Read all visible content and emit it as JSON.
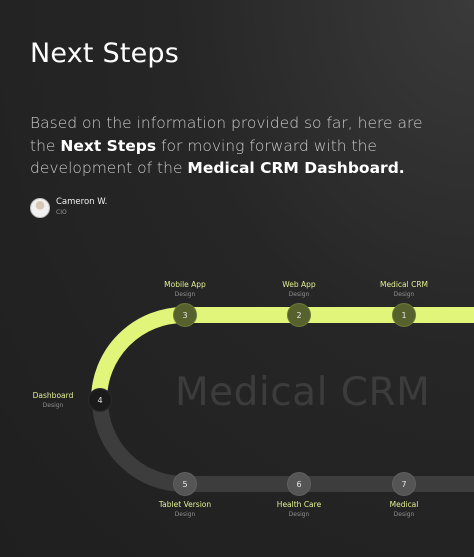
{
  "title": "Next Steps",
  "intro": {
    "part1": "Based on the information provided so far, here are the ",
    "bold1": "Next Steps",
    "part2": " for moving forward with the development of the ",
    "bold2": "Medical CRM Dashboard."
  },
  "author": {
    "name": "Cameron W.",
    "role": "CIO"
  },
  "watermark": "Medical CRM",
  "colors": {
    "accent": "#e0f57a",
    "track_dark": "#3d3d3d",
    "background": "#262626"
  },
  "steps": [
    {
      "number": "1",
      "name": "Medical CRM",
      "sub": "Design"
    },
    {
      "number": "2",
      "name": "Web App",
      "sub": "Design"
    },
    {
      "number": "3",
      "name": "Mobile App",
      "sub": "Design"
    },
    {
      "number": "4",
      "name": "Dashboard",
      "sub": "Design"
    },
    {
      "number": "5",
      "name": "Tablet Version",
      "sub": "Design"
    },
    {
      "number": "6",
      "name": "Health Care",
      "sub": "Design"
    },
    {
      "number": "7",
      "name": "Medical",
      "sub": "Design"
    }
  ]
}
